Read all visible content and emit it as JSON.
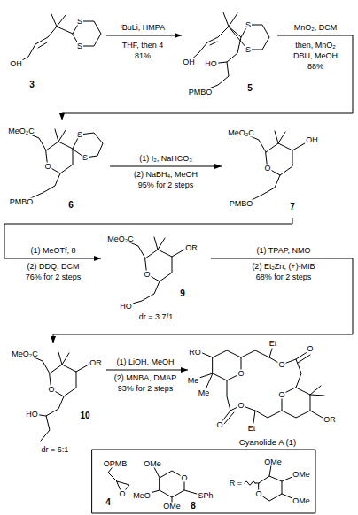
{
  "diagram": {
    "nodes": [
      {
        "text": [
          "3",
          "OH",
          "S",
          "S"
        ]
      },
      {
        "text": [
          "5",
          "OH",
          "HO",
          "PMBO",
          "S",
          "S"
        ]
      },
      {
        "text": [
          "6",
          "MeO₂C",
          "O",
          "PMBO",
          "S",
          "S"
        ]
      },
      {
        "text": [
          "7",
          "MeO₂C",
          "O",
          "OH",
          "PMBO"
        ]
      },
      {
        "text": [
          "9",
          "MeO₂C",
          "O",
          "OR",
          "HO",
          "dr = 3.7/1"
        ]
      },
      {
        "text": [
          "10",
          "MeO₂C",
          "O",
          "OR",
          "HO",
          "dr = 6:1"
        ]
      },
      {
        "text": [
          "Cyanolide A (1)",
          "RO",
          "Me",
          "Me",
          "O",
          "Et",
          "O",
          "O",
          "O",
          "OR",
          "O",
          "O",
          "Et"
        ]
      },
      {
        "text": [
          "4",
          "OPMB",
          "O"
        ]
      },
      {
        "text": [
          "8",
          "OMe",
          "MeO",
          "OMe",
          "SPh",
          "O"
        ]
      },
      {
        "text": [
          "R =",
          "OMe",
          "OMe",
          "OMe",
          "O"
        ]
      }
    ],
    "edges": [
      {
        "from": 0,
        "to": 1,
        "arrow": "to",
        "label": "ᵗBuLi, HMPA"
      },
      {
        "from": 1,
        "to": 2,
        "arrow": "to",
        "label": "MnO₂, DCM"
      },
      {
        "from": 2,
        "to": 3,
        "arrow": "to",
        "label": "(1) I₂, NaHCO₃"
      },
      {
        "from": 3,
        "to": 4,
        "arrow": "to",
        "label": "(1) MeOTf, 8"
      },
      {
        "from": 4,
        "to": 5,
        "arrow": "to",
        "label": "(1) TPAP, NMO"
      },
      {
        "from": 5,
        "to": 6,
        "arrow": "to",
        "label": "(1) LiOH, MeOH"
      }
    ],
    "labels": [
      "THF, then 4",
      "81%",
      "then, MnO₂",
      "DBU, MeOH",
      "88%",
      "(2) NaBH₄, MeOH",
      "95% for 2 steps",
      "(2) DDQ, DCM",
      "76% for 2 steps",
      "(2) Et₂Zn, (+)-MIB",
      "68% for 2 steps",
      "(2) MNBA, DMAP",
      "93% for 2 steps"
    ]
  }
}
